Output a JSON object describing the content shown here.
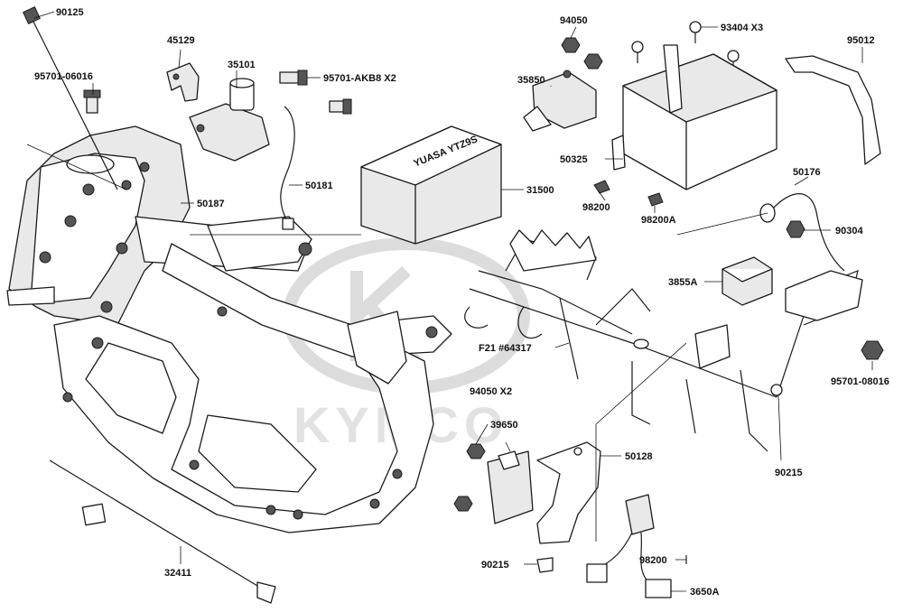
{
  "watermark": {
    "brand": "KYMCO"
  },
  "battery_text": "YUASA YTZ9S",
  "labels": [
    {
      "id": "90125",
      "text": "90125"
    },
    {
      "id": "45129",
      "text": "45129"
    },
    {
      "id": "35101",
      "text": "35101"
    },
    {
      "id": "95701-06016",
      "text": "95701-06016"
    },
    {
      "id": "95701-AKB8",
      "text": "95701-AKB8  X2"
    },
    {
      "id": "50187",
      "text": "50187"
    },
    {
      "id": "50181",
      "text": "50181"
    },
    {
      "id": "31500",
      "text": "31500"
    },
    {
      "id": "94050-top",
      "text": "94050"
    },
    {
      "id": "93404",
      "text": "93404   X3"
    },
    {
      "id": "95012",
      "text": "95012"
    },
    {
      "id": "35850",
      "text": "35850"
    },
    {
      "id": "50325",
      "text": "50325"
    },
    {
      "id": "98200",
      "text": "98200"
    },
    {
      "id": "98200A",
      "text": "98200A"
    },
    {
      "id": "50176",
      "text": "50176"
    },
    {
      "id": "90304",
      "text": "90304"
    },
    {
      "id": "3855A",
      "text": "3855A"
    },
    {
      "id": "F21",
      "text": "F21 #64317"
    },
    {
      "id": "95701-08016",
      "text": "95701-08016"
    },
    {
      "id": "94050-x2",
      "text": "94050   X2"
    },
    {
      "id": "39650",
      "text": "39650"
    },
    {
      "id": "50128",
      "text": "50128"
    },
    {
      "id": "90215-right",
      "text": "90215"
    },
    {
      "id": "90215-bottom",
      "text": "90215"
    },
    {
      "id": "98200-bottom",
      "text": "98200"
    },
    {
      "id": "3650A",
      "text": "3650A"
    },
    {
      "id": "32411",
      "text": "32411"
    }
  ]
}
